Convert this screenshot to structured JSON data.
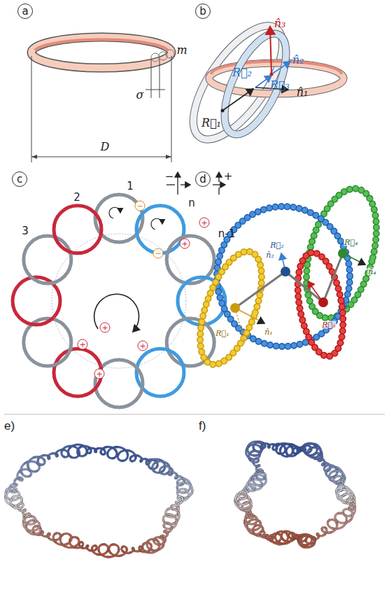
{
  "diagram": {
    "labels": [
      "a",
      "m",
      "σ",
      "D",
      "b",
      "n̂₃",
      "n̂₂",
      "R⃗₃",
      "R⃗₂",
      "n̂₁",
      "R⃗₁",
      "c",
      "1",
      "2",
      "3",
      "n",
      "n-1",
      "−",
      "+",
      "−",
      "−",
      "+",
      "+",
      "+",
      "+",
      "+",
      "+",
      "d",
      "R⃗₁",
      "R⃗₂",
      "R⃗₃",
      "R⃗₄",
      "n̂₁",
      "n̂₂",
      "n̂₄",
      "e)",
      "f)"
    ]
  }
}
